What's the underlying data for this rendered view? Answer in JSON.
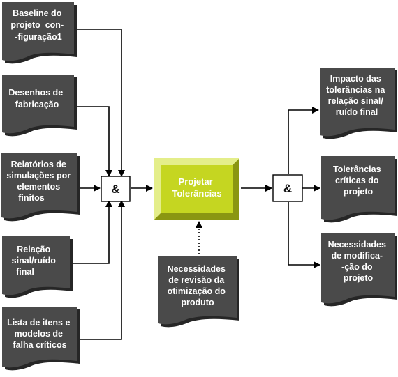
{
  "inputs": [
    {
      "lines": [
        "Baseline do",
        "projeto_con-",
        "-figuração1"
      ]
    },
    {
      "lines": [
        "Desenhos de",
        "fabricação"
      ]
    },
    {
      "lines": [
        "Relatórios de",
        "simulações por",
        "elementos",
        "finitos"
      ]
    },
    {
      "lines": [
        "Relação",
        "sinal/ruído",
        "final"
      ]
    },
    {
      "lines": [
        "Lista de itens e",
        "modelos de",
        "falha críticos"
      ]
    }
  ],
  "join_left": {
    "label": "&"
  },
  "process": {
    "lines": [
      "Projetar",
      "Tolerâncias"
    ]
  },
  "control": {
    "lines": [
      "Necessidades",
      "de revisão da",
      "otimização do",
      "produto"
    ]
  },
  "join_right": {
    "label": "&"
  },
  "outputs": [
    {
      "lines": [
        "Impacto das",
        "tolerâncias na",
        "relação sinal/",
        "ruído final"
      ]
    },
    {
      "lines": [
        "Tolerâncias",
        "críticas do",
        "projeto"
      ]
    },
    {
      "lines": [
        "Necessidades",
        "de modifica-",
        "-ção do",
        "projeto"
      ]
    }
  ],
  "colors": {
    "doc_fill": "#4a4a4a",
    "doc_shadow": "#262626",
    "process_fill": "#c5d621",
    "process_bevel_light": "#e4ee8a",
    "process_bevel_dark": "#8a9612"
  }
}
